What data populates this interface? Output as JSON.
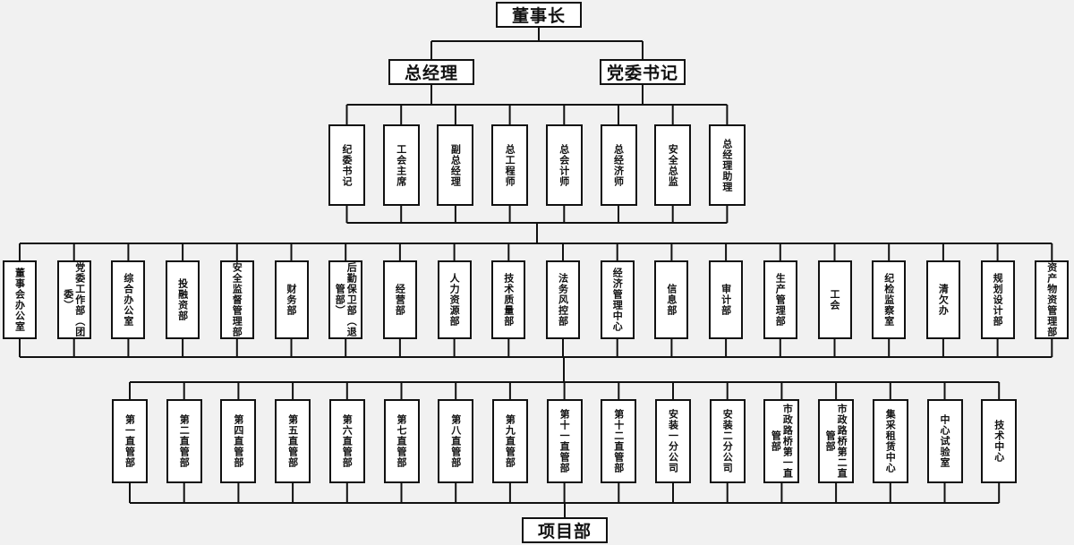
{
  "chairman": "董事长",
  "gm": "总经理",
  "party": "党委书记",
  "leaders": [
    "纪委书记",
    "工会主席",
    "副总经理",
    "总工程师",
    "总会计师",
    "总经济师",
    "安全总监",
    "总经理助理"
  ],
  "departments": [
    "董事会办公室",
    "党委工作部（团委）",
    "综合办公室",
    "投融资部",
    "安全监督管理部",
    "财务部",
    "后勤保卫部（退管部）",
    "经营部",
    "人力资源部",
    "技术质量部",
    "法务风控部",
    "经济管理中心",
    "信息部",
    "审计部",
    "生产管理部",
    "工会",
    "纪检监察室",
    "清欠办",
    "规划设计部",
    "资产物资管理部"
  ],
  "branches": [
    "第一直管部",
    "第二直管部",
    "第四直管部",
    "第五直管部",
    "第六直管部",
    "第七直管部",
    "第八直管部",
    "第九直管部",
    "第十一直管部",
    "第十二直管部",
    "安装一分公司",
    "安装二分公司",
    "市政路桥第一直管部",
    "市政路桥第二直管部",
    "集采租赁中心",
    "中心试验室",
    "技术中心"
  ],
  "project": "项目部"
}
